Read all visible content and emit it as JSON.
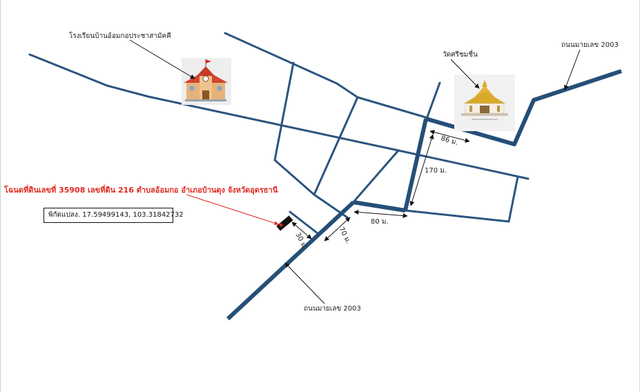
{
  "landmarks": {
    "school": {
      "label": "โรงเรียนบ้านอ้อมกอประชาสามัคคี",
      "icon": "school-building-icon"
    },
    "temple": {
      "label": "วัดศรีชมชื่น",
      "icon": "temple-icon"
    }
  },
  "roads": {
    "road_label_top_right": "ถนนมายเลข 2003",
    "road_label_bottom": "ถนนมายเลข 2003",
    "main_road_color": "#254f78"
  },
  "distances": {
    "d86": "86 ม.",
    "d170": "170 ม.",
    "d80": "80 ม.",
    "d70": "70 ม.",
    "d30": "30 ม."
  },
  "parcel": {
    "title": "โฉนดที่ดินเลขที่ 35908 เลขที่ดิน 216 ตำบลอ้อมกอ อำเภอบ้านดุง จังหวัดอุดรธานี",
    "coordinates": "พิกัดแปลง. 17.59499143, 103.31842732",
    "title_color": "#e0281e",
    "marker_color": "#111111"
  }
}
